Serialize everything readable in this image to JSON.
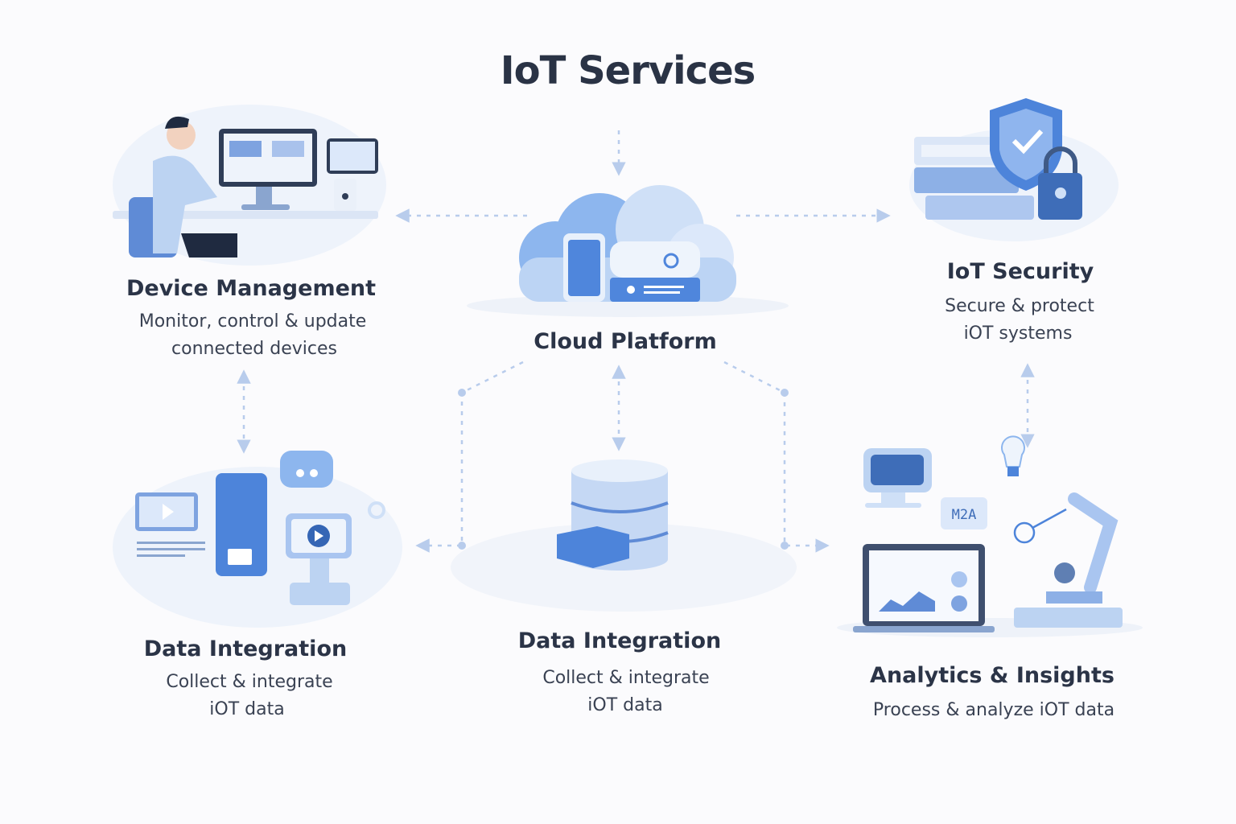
{
  "title": "IoT Services",
  "colors": {
    "accent": "#4a7fd8",
    "dark": "#2b3447",
    "light": "#dce8fa"
  },
  "nodes": {
    "device_management": {
      "title": "Device Management",
      "lines": [
        "Monitor, control & update",
        "connected devices"
      ]
    },
    "cloud_platform": {
      "title": "Cloud Platform"
    },
    "iot_security": {
      "title": "IoT Security",
      "lines": [
        "Secure & protect",
        "iOT systems"
      ]
    },
    "data_integration_left": {
      "title": "Data Integration",
      "lines": [
        "Collect & integrate",
        "iOT data"
      ]
    },
    "data_integration_center": {
      "title": "Data Integration",
      "lines": [
        "Collect & integrate",
        "iOT data"
      ]
    },
    "analytics": {
      "title": "Analytics & Insights",
      "lines": [
        "Process & analyze iOT data"
      ],
      "badge": "M2A"
    }
  }
}
